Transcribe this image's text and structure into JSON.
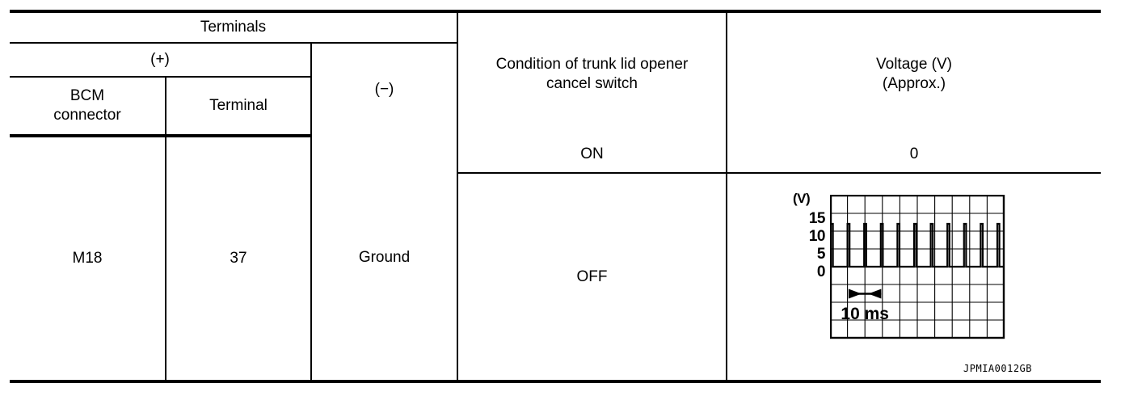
{
  "table": {
    "headers": {
      "terminals": "Terminals",
      "positive": "(+)",
      "bcm_connector": "BCM\nconnector",
      "bcm_connector_line1": "BCM",
      "bcm_connector_line2": "connector",
      "terminal": "Terminal",
      "negative": "(−)",
      "condition_line1": "Condition of trunk lid opener",
      "condition_line2": "cancel switch",
      "voltage_line1": "Voltage (V)",
      "voltage_line2": "(Approx.)"
    },
    "rows": [
      {
        "bcm_connector": "M18",
        "terminal": "37",
        "negative": "Ground",
        "condition": "ON",
        "voltage": "0"
      },
      {
        "bcm_connector": "M18",
        "terminal": "37",
        "negative": "Ground",
        "condition": "OFF",
        "voltage": "waveform"
      }
    ]
  },
  "chart_data": {
    "type": "line",
    "title": "",
    "xlabel": "10 ms",
    "ylabel": "(V)",
    "y_unit_label": "(V)",
    "yticks": [
      15,
      10,
      5,
      0
    ],
    "ylim": [
      -20,
      20
    ],
    "xlim": [
      0,
      100
    ],
    "grid": true,
    "grid_cols": 10,
    "grid_rows": 8,
    "timebase_label": "10 ms",
    "timebase_span_divisions": 2,
    "pulse_count": 10,
    "pulse_high_v": 12,
    "pulse_low_v": 0,
    "duty_cycle_percent": 12,
    "period_ms": 5,
    "description": "Pulse train, 0 V baseline with narrow positive pulses to approximately 12 V",
    "series": [
      {
        "name": "Trunk lid opener cancel switch signal",
        "x": [
          0,
          1.2,
          1.2,
          5,
          5,
          6.2,
          6.2,
          10,
          10,
          11.2,
          11.2,
          15,
          15,
          16.2,
          16.2,
          20,
          20,
          21.2,
          21.2,
          25,
          25,
          26.2,
          26.2,
          30,
          30,
          31.2,
          31.2,
          35,
          35,
          36.2,
          36.2,
          40,
          40,
          41.2,
          41.2,
          45,
          45,
          46.2,
          46.2,
          50,
          50,
          51.2,
          51.2,
          55,
          55,
          56.2,
          56.2,
          60,
          60,
          61.2,
          61.2,
          65,
          65,
          66.2,
          66.2,
          70,
          70,
          71.2,
          71.2,
          75,
          75,
          76.2,
          76.2,
          80,
          80,
          81.2,
          81.2,
          85,
          85,
          86.2,
          86.2,
          90,
          90,
          91.2,
          91.2,
          95,
          95,
          96.2,
          96.2,
          100
        ],
        "y": [
          12,
          12,
          0,
          0,
          12,
          12,
          0,
          0,
          12,
          12,
          0,
          0,
          12,
          12,
          0,
          0,
          12,
          12,
          0,
          0,
          12,
          12,
          0,
          0,
          12,
          12,
          0,
          0,
          12,
          12,
          0,
          0,
          12,
          12,
          0,
          0,
          12,
          12,
          0,
          0,
          12,
          12,
          0,
          0,
          12,
          12,
          0,
          0,
          12,
          12,
          0,
          0,
          12,
          12,
          0,
          0,
          12,
          12,
          0,
          0,
          12,
          12,
          0,
          0,
          12,
          12,
          0,
          0,
          12,
          12,
          0,
          0,
          12,
          12,
          0,
          0,
          12,
          12,
          0,
          0
        ]
      }
    ]
  },
  "figure_code": "JPMIA0012GB"
}
